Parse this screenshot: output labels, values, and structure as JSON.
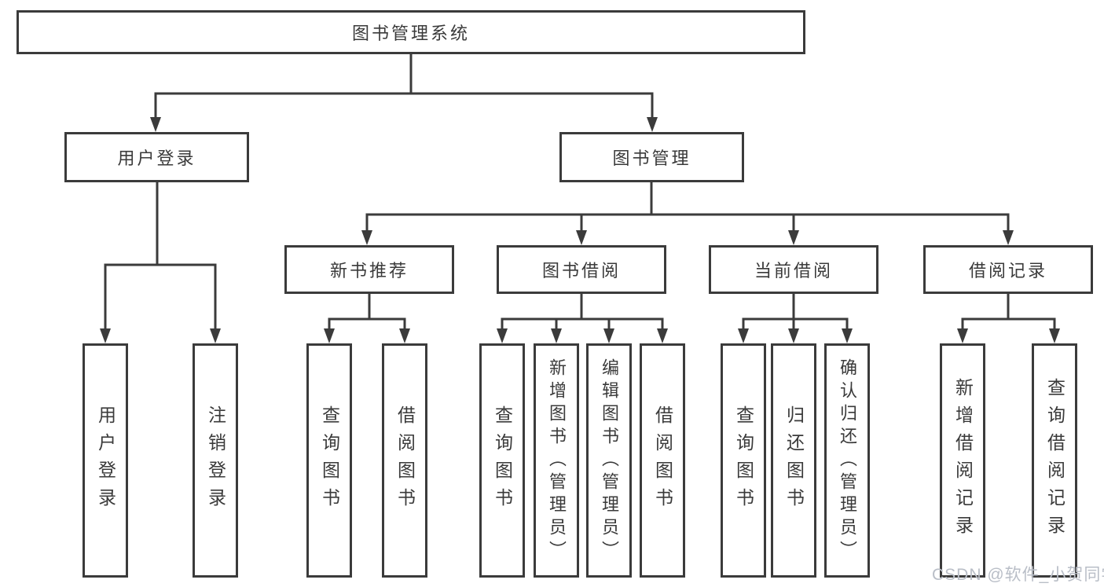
{
  "colors": {
    "line": "#3b3b3b",
    "text": "#3a3a3a",
    "watermark": "#b9bec7",
    "background": "#ffffff"
  },
  "tree": {
    "root": "图书管理系统",
    "branches": [
      {
        "label": "用户登录",
        "children": [
          {
            "label": "用户登录"
          },
          {
            "label": "注销登录"
          }
        ]
      },
      {
        "label": "图书管理",
        "groups": [
          {
            "label": "新书推荐",
            "children": [
              {
                "label": "查询图书"
              },
              {
                "label": "借阅图书"
              }
            ]
          },
          {
            "label": "图书借阅",
            "children": [
              {
                "label": "查询图书"
              },
              {
                "label": "新增图书（管理员）"
              },
              {
                "label": "编辑图书（管理员）"
              },
              {
                "label": "借阅图书"
              }
            ]
          },
          {
            "label": "当前借阅",
            "children": [
              {
                "label": "查询图书"
              },
              {
                "label": "归还图书"
              },
              {
                "label": "确认归还（管理员）"
              }
            ]
          },
          {
            "label": "借阅记录",
            "children": [
              {
                "label": "新增借阅记录"
              },
              {
                "label": "查询借阅记录"
              }
            ]
          }
        ]
      }
    ]
  },
  "watermark": "CSDN @软件_小贺同学"
}
